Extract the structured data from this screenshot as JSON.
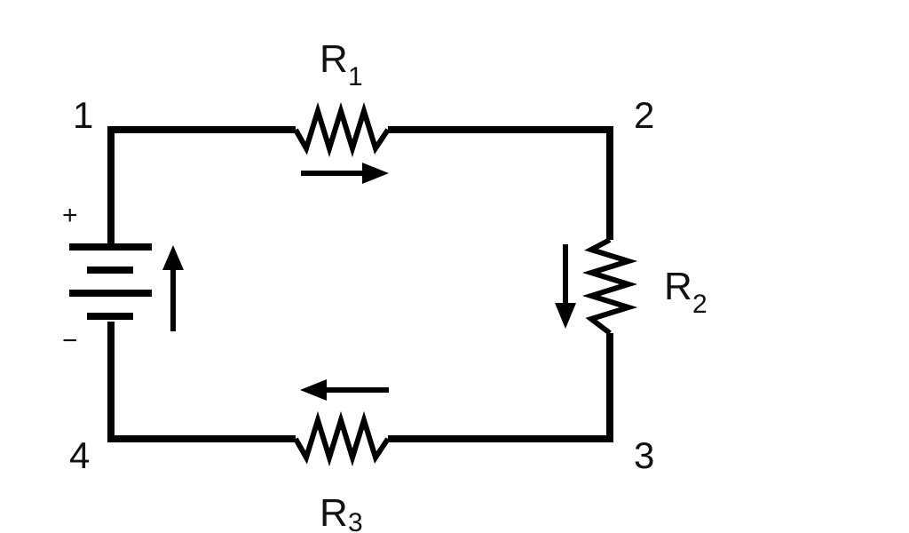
{
  "colors": {
    "stroke": "#000000",
    "text": "#111111",
    "background": "#ffffff"
  },
  "nodes": [
    {
      "id": "1",
      "label": "1"
    },
    {
      "id": "2",
      "label": "2"
    },
    {
      "id": "3",
      "label": "3"
    },
    {
      "id": "4",
      "label": "4"
    }
  ],
  "battery": {
    "positive_label": "+",
    "negative_label": "−"
  },
  "resistors": [
    {
      "id": "R1",
      "letter": "R",
      "subscript": "1"
    },
    {
      "id": "R2",
      "letter": "R",
      "subscript": "2"
    },
    {
      "id": "R3",
      "letter": "R",
      "subscript": "3"
    }
  ],
  "current_arrows": [
    {
      "id": "battery-current",
      "direction": "up"
    },
    {
      "id": "r1-current",
      "direction": "right"
    },
    {
      "id": "r2-current",
      "direction": "down"
    },
    {
      "id": "r3-current",
      "direction": "left"
    }
  ]
}
